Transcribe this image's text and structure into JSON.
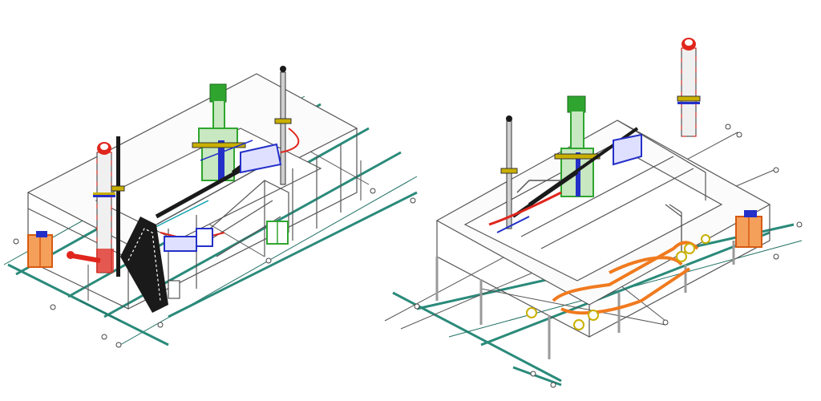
{
  "views": [
    {
      "id": "left",
      "name": "isometric-view-left"
    },
    {
      "id": "right",
      "name": "isometric-view-right"
    }
  ],
  "colors": {
    "background": "#ffffff",
    "outline": "#555555",
    "grid": "#2a8a7a",
    "gridDark": "#1f6f62",
    "steel": "#6a6a6a",
    "dark": "#1a1a1a",
    "green": "#2fa52f",
    "red": "#e0261c",
    "orange": "#f07a1e",
    "blue": "#2430c8",
    "yellow": "#c9b000",
    "cyan": "#17a3b3"
  }
}
